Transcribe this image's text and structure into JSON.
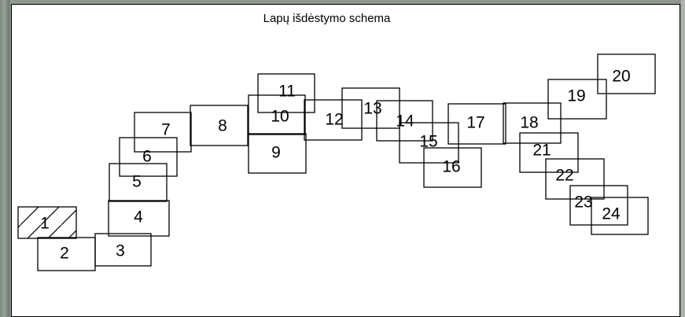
{
  "title": "Lapų išdėstymo schema",
  "sheets": [
    "1",
    "2",
    "3",
    "4",
    "5",
    "6",
    "7",
    "8",
    "9",
    "10",
    "11",
    "12",
    "13",
    "14",
    "15",
    "16",
    "17",
    "18",
    "19",
    "20",
    "21",
    "22",
    "23",
    "24"
  ],
  "hatched_sheet": "1",
  "colors": {
    "background_photo": "#8a9388",
    "paper": "#ffffff",
    "outline": "#000000"
  }
}
